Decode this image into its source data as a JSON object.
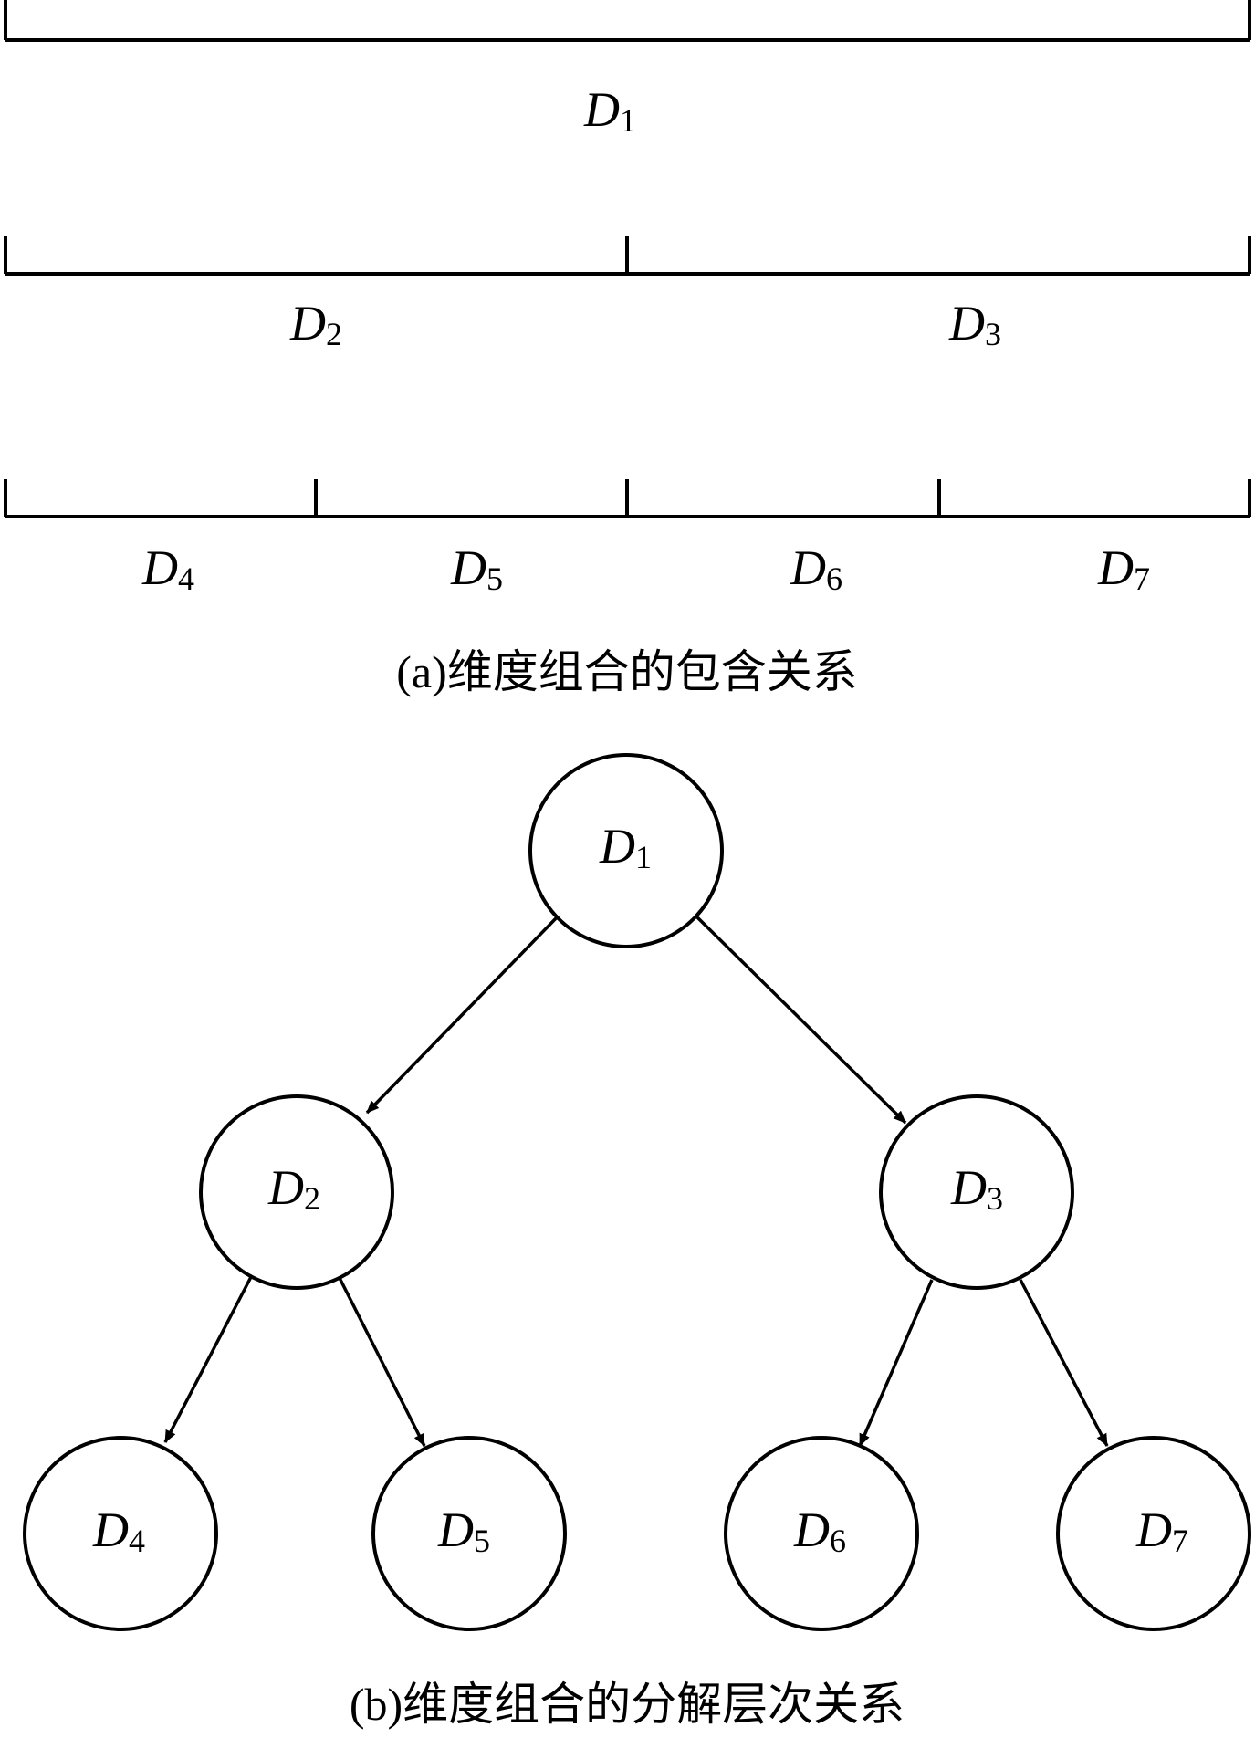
{
  "part_a": {
    "caption": "(a)维度组合的包含关系",
    "levels": [
      {
        "segments": [
          {
            "var": "D",
            "sub": "1"
          }
        ]
      },
      {
        "segments": [
          {
            "var": "D",
            "sub": "2"
          },
          {
            "var": "D",
            "sub": "3"
          }
        ]
      },
      {
        "segments": [
          {
            "var": "D",
            "sub": "4"
          },
          {
            "var": "D",
            "sub": "5"
          },
          {
            "var": "D",
            "sub": "6"
          },
          {
            "var": "D",
            "sub": "7"
          }
        ]
      }
    ]
  },
  "part_b": {
    "caption": "(b)维度组合的分解层次关系",
    "nodes": [
      {
        "id": "d1",
        "var": "D",
        "sub": "1"
      },
      {
        "id": "d2",
        "var": "D",
        "sub": "2"
      },
      {
        "id": "d3",
        "var": "D",
        "sub": "3"
      },
      {
        "id": "d4",
        "var": "D",
        "sub": "4"
      },
      {
        "id": "d5",
        "var": "D",
        "sub": "5"
      },
      {
        "id": "d6",
        "var": "D",
        "sub": "6"
      },
      {
        "id": "d7",
        "var": "D",
        "sub": "7"
      }
    ],
    "edges": [
      {
        "from": "d1",
        "to": "d2"
      },
      {
        "from": "d1",
        "to": "d3"
      },
      {
        "from": "d2",
        "to": "d4"
      },
      {
        "from": "d2",
        "to": "d5"
      },
      {
        "from": "d3",
        "to": "d6"
      },
      {
        "from": "d3",
        "to": "d7"
      }
    ]
  }
}
